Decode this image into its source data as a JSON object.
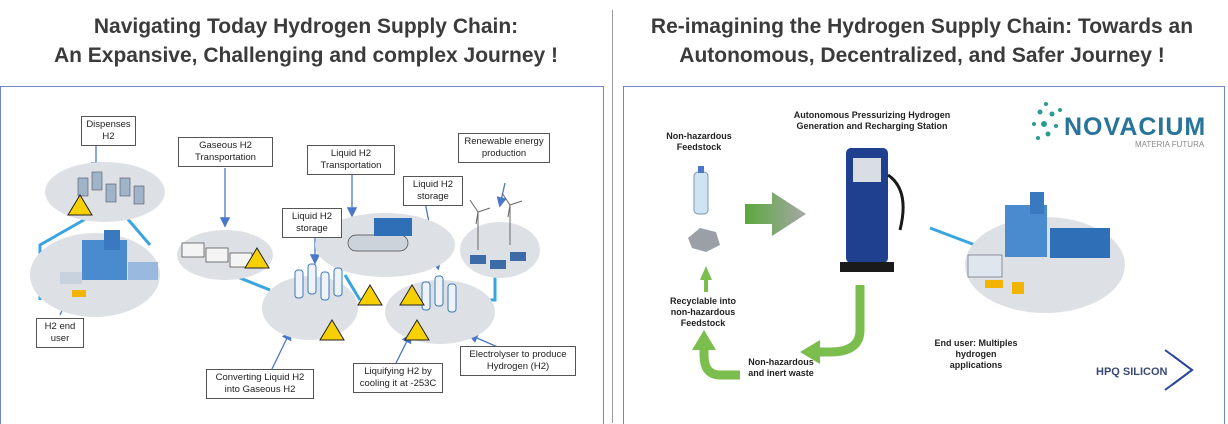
{
  "left": {
    "title_line1": "Navigating Today Hydrogen Supply Chain:",
    "title_line2": "An Expansive, Challenging and complex Journey !",
    "labels": {
      "dispenses": "Dispenses H2",
      "gaseous_transport": "Gaseous H2 Transportation",
      "liquid_transport": "Liquid H2 Transportation",
      "renewable": "Renewable energy production",
      "liquid_storage_a": "Liquid H2 storage",
      "liquid_storage_b": "Liquid H2 storage",
      "end_user": "H2 end user",
      "converting": "Converting Liquid H2 into Gaseous H2",
      "liquifying": "Liquifying H2 by cooling it at -253C",
      "electrolyser": "Electrolyser to produce Hydrogen (H2)"
    }
  },
  "right": {
    "title_line1": "Re-imagining the Hydrogen Supply Chain: Towards an",
    "title_line2": "Autonomous, Decentralized, and Safer Journey !",
    "labels": {
      "station": "Autonomous Pressurizing Hydrogen Generation and Recharging Station",
      "feedstock": "Non-hazardous Feedstock",
      "recyclable": "Recyclable into non-hazardous Feedstock",
      "waste": "Non-hazardous and inert waste",
      "end_user": "End user: Multiples hydrogen applications"
    },
    "logo_name": "NOVACIUM",
    "logo_tagline": "MATERIA FUTURA",
    "partner": "HPQ SILICON"
  }
}
